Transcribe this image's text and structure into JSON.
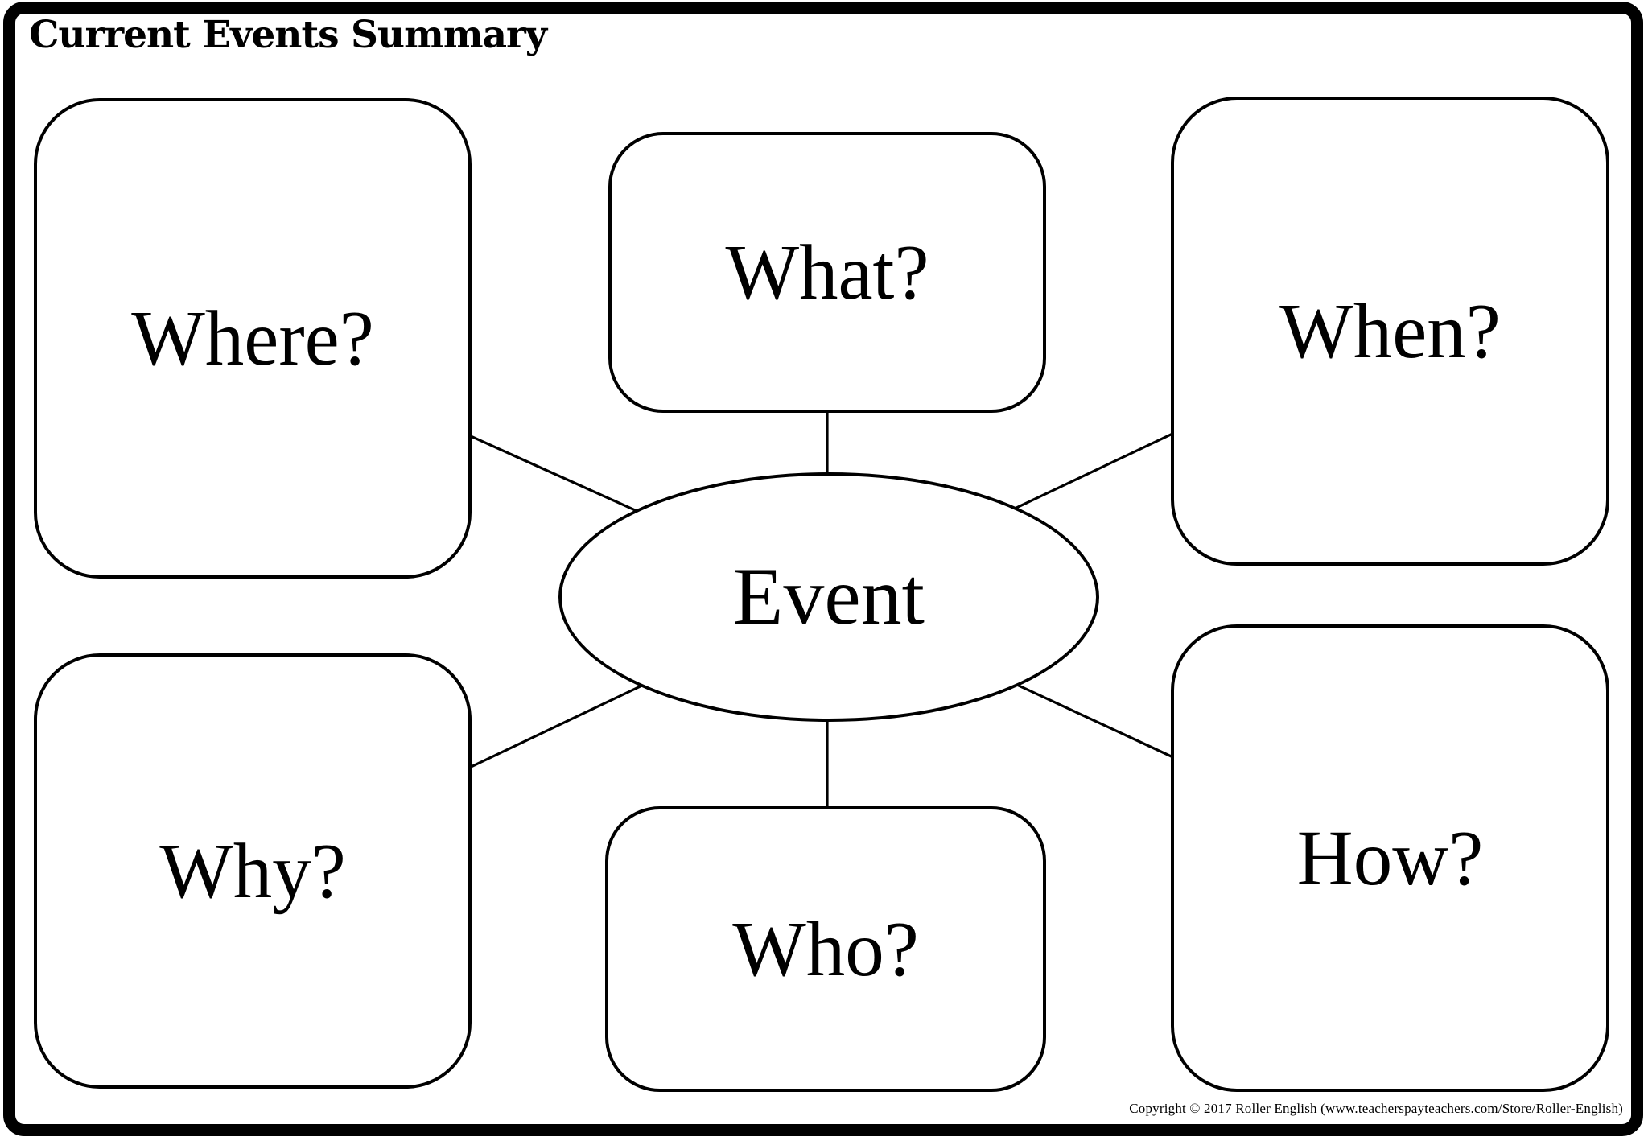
{
  "title": "Current Events Summary",
  "diagram": {
    "center": {
      "label": "Event"
    },
    "nodes": [
      {
        "id": "where",
        "label": "Where?"
      },
      {
        "id": "what",
        "label": "What?"
      },
      {
        "id": "when",
        "label": "When?"
      },
      {
        "id": "why",
        "label": "Why?"
      },
      {
        "id": "who",
        "label": "Who?"
      },
      {
        "id": "how",
        "label": "How?"
      }
    ]
  },
  "footer": {
    "copyright": "Copyright © 2017 Roller English (www.teacherspayteachers.com/Store/Roller-English)"
  },
  "colors": {
    "ink": "#000000",
    "background": "#ffffff"
  }
}
